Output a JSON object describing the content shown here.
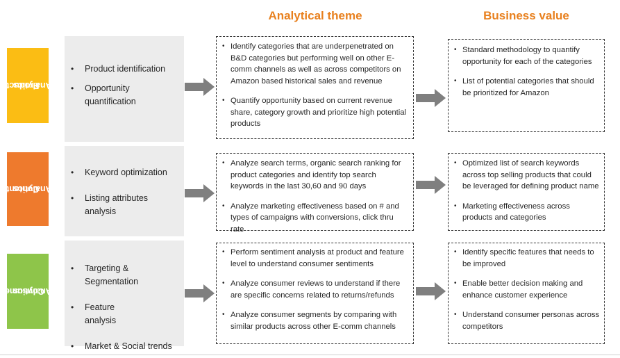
{
  "headers": {
    "theme": "Analytical theme",
    "value": "Business value"
  },
  "rows": [
    {
      "tag": [
        "Product",
        "Analytics"
      ],
      "levers": [
        "Product identification",
        "Opportunity quantification"
      ],
      "themes": [
        "Identify categories that are underpenetrated on B&D categories but performing well on other E-comm channels as well as across competitors on Amazon based historical sales and revenue",
        "Quantify opportunity based on current revenue share, category growth and prioritize high potential products"
      ],
      "values": [
        "Standard methodology to quantify opportunity for each of the categories",
        "List of potential categories that should be prioritized for Amazon"
      ]
    },
    {
      "tag": [
        "Content",
        "Analytics"
      ],
      "levers": [
        "Keyword optimization",
        "Listing attributes analysis"
      ],
      "themes": [
        "Analyze search terms, organic search ranking for product categories and identify top search keywords in the last 30,60 and 90 days",
        "Analyze marketing effectiveness based on # and types of campaigns with conversions, click thru rate"
      ],
      "values": [
        "Optimized list of search keywords across top selling products that could be leveraged for defining product name",
        "Marketing effectiveness across products and categories"
      ]
    },
    {
      "tag": [
        "Consumer",
        "Analytics"
      ],
      "levers": [
        "Targeting & Segmentation",
        "Feature analysis",
        "Market & Social trends"
      ],
      "themes": [
        "Perform sentiment analysis at product and feature level to understand consumer sentiments",
        "Analyze consumer reviews to understand if there are specific concerns related to returns/refunds",
        "Analyze consumer segments by comparing with similar products across other E-comm channels"
      ],
      "values": [
        "Identify specific features that needs to be improved",
        "Enable better decision making and enhance customer experience",
        "Understand consumer personas across competitors"
      ]
    }
  ],
  "colors": {
    "header": "#e8801e",
    "product_tag": "#fbbd14",
    "content_tag": "#ee7a2d",
    "consumer_tag": "#8ec54a",
    "lever_panel": "#ececec",
    "arrow": "#7f7f7f"
  }
}
